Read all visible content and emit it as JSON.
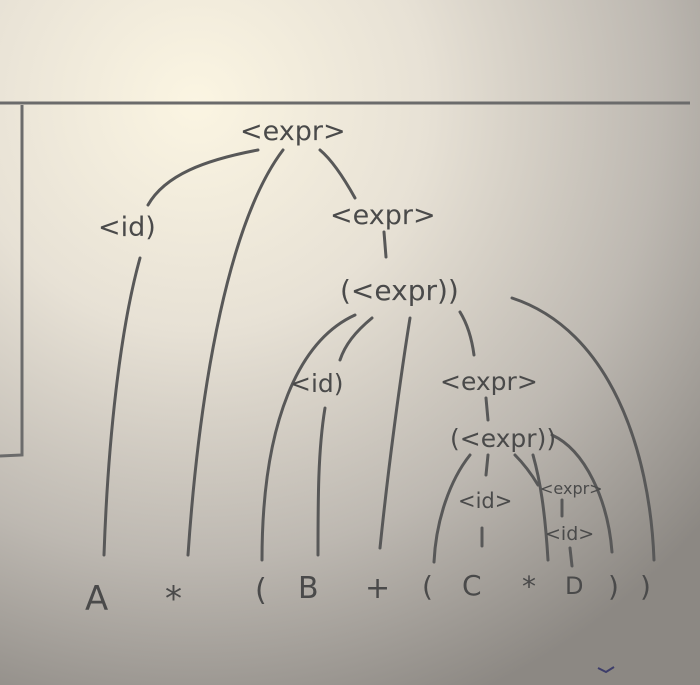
{
  "tree": {
    "root": "<expr>",
    "id_left": "<id)",
    "expr_right": "<expr>",
    "paren_expr": "(<expr))",
    "id_mid": "<id)",
    "expr_inner": "<expr>",
    "paren_expr_inner": "(<expr))",
    "id_c": "<id>",
    "expr_small": "<expr>",
    "id_d": "<id>"
  },
  "leaves": [
    "A",
    "*",
    "(",
    "B",
    "+",
    "(",
    "C",
    "*",
    "D",
    ")",
    ")"
  ],
  "colors": {
    "pencil": "#4a4a4a",
    "paper_light": "#f4efe2",
    "paper_shadow": "#6e6a66",
    "rule_line": "#6b6b6b"
  }
}
